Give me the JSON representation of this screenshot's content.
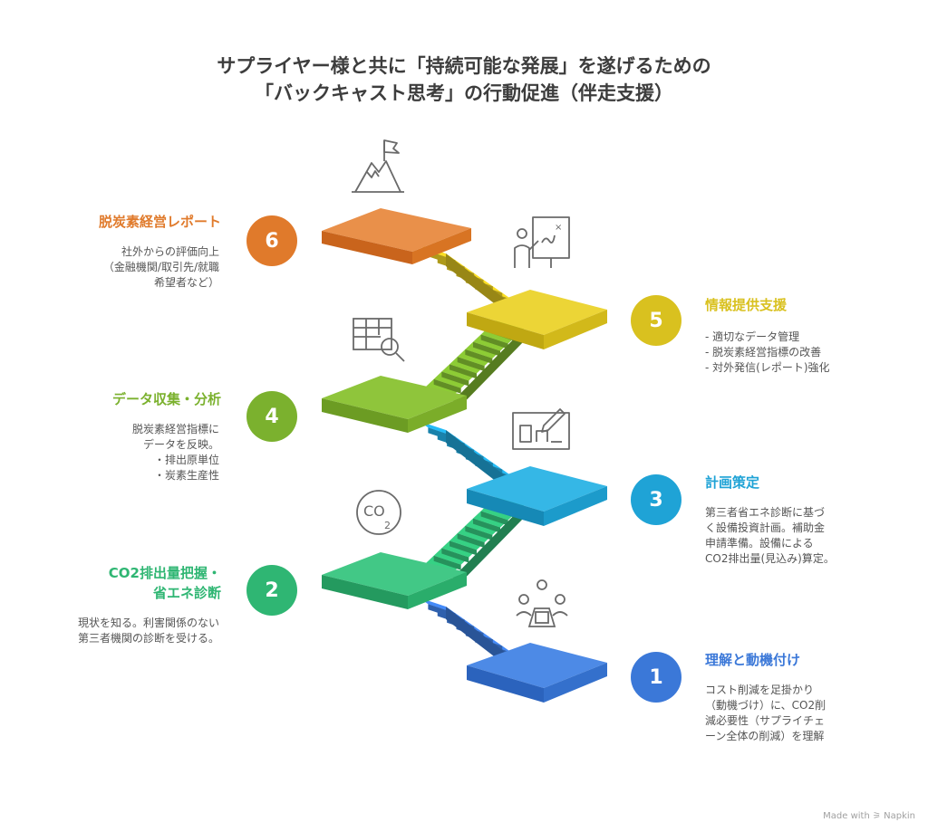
{
  "title": {
    "line1": "サプライヤー様と共に「持続可能な発展」を遂げるための",
    "line2": "「バックキャスト思考」の行動促進（伴走支援）"
  },
  "colors": {
    "step1": "#3b78d8",
    "step2": "#2fb673",
    "step3": "#1fa3d6",
    "step4": "#7bb12e",
    "step5": "#d9c11f",
    "step6": "#e07a2b"
  },
  "steps": [
    {
      "number": "1",
      "heading": "理解と動機付け",
      "lines": [
        "コスト削減を足掛かり",
        "（動機づけ）に、CO2削",
        "減必要性（サプライチェ",
        "ーン全体の削減）を理解"
      ],
      "icon": "meeting-icon"
    },
    {
      "number": "2",
      "heading_lines": [
        "CO2排出量把握・",
        "省エネ診断"
      ],
      "lines": [
        "現状を知る。利害関係のない",
        "第三者機関の診断を受ける。"
      ],
      "icon": "co2-icon"
    },
    {
      "number": "3",
      "heading": "計画策定",
      "lines": [
        "第三者省エネ診断に基づ",
        "く設備投資計画。補助金",
        "申請準備。設備による",
        "CO2排出量(見込み)算定。"
      ],
      "icon": "plan-board-icon"
    },
    {
      "number": "4",
      "heading": "データ収集・分析",
      "lines": [
        "脱炭素経営指標に",
        "データを反映。",
        "・排出原単位",
        "・炭素生産性"
      ],
      "icon": "data-search-icon"
    },
    {
      "number": "5",
      "heading": "情報提供支援",
      "lines": [
        "- 適切なデータ管理",
        "- 脱炭素経営指標の改善",
        "- 対外発信(レポート)強化"
      ],
      "icon": "presenter-icon"
    },
    {
      "number": "6",
      "heading": "脱炭素経営レポート",
      "lines": [
        "社外からの評価向上",
        "（金融機関/取引先/就職",
        "希望者など）"
      ],
      "icon": "mountain-flag-icon"
    }
  ],
  "credit": "Made with ⚞ Napkin"
}
